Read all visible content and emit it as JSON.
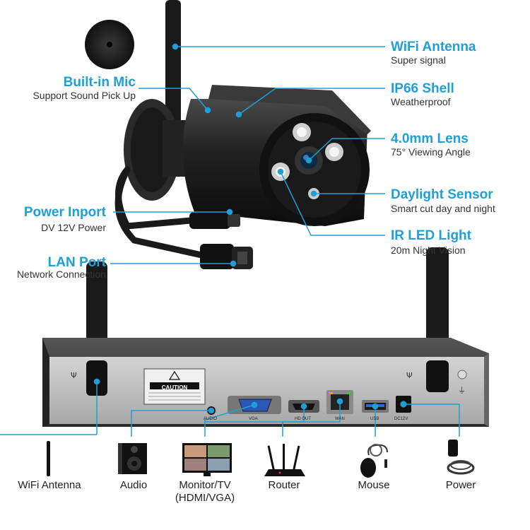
{
  "camera_features": {
    "wifi_antenna": {
      "title": "WiFi Antenna",
      "subtitle": "Super signal"
    },
    "ip66_shell": {
      "title": "IP66 Shell",
      "subtitle": "Weatherproof"
    },
    "lens": {
      "title": "4.0mm Lens",
      "subtitle": "75° Viewing Angle"
    },
    "daylight_sensor": {
      "title": "Daylight Sensor",
      "subtitle": "Smart cut day and night"
    },
    "ir_led": {
      "title": "IR LED Light",
      "subtitle": "20m Night Vision"
    },
    "builtin_mic": {
      "title": "Built-in Mic",
      "subtitle": "Support Sound Pick Up"
    },
    "power_inport": {
      "title": "Power Inport",
      "subtitle": "DV 12V Power"
    },
    "lan_port": {
      "title": "LAN Port",
      "subtitle": "Network Connection"
    }
  },
  "nvr_ports": {
    "caution": "CAUTION",
    "audio": "AUDIO",
    "vga": "VGA",
    "hdmi": "HD OUT",
    "wan": "WAN",
    "usb": "USB",
    "dc": "DC12V"
  },
  "accessories": [
    {
      "label": "WiFi Antenna",
      "icon": "antenna-icon"
    },
    {
      "label": "Audio",
      "icon": "speaker-icon"
    },
    {
      "label": "Monitor/TV\n(HDMI/VGA)",
      "icon": "monitor-icon"
    },
    {
      "label": "Router",
      "icon": "router-icon"
    },
    {
      "label": "Mouse",
      "icon": "mouse-icon"
    },
    {
      "label": "Power",
      "icon": "power-adapter-icon"
    }
  ],
  "colors": {
    "accent": "#1e9fd8",
    "camera_body": "#1c1c1c",
    "nvr_panel": "#b8b8b8"
  }
}
